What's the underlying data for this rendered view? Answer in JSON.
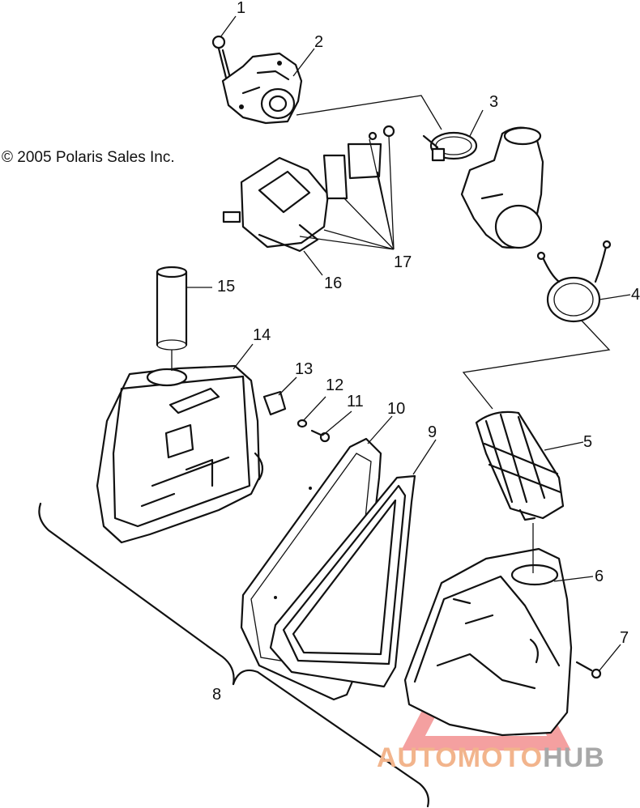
{
  "copyright": "© 2005 Polaris Sales Inc.",
  "callouts": [
    {
      "id": "1",
      "text": "1"
    },
    {
      "id": "2",
      "text": "2"
    },
    {
      "id": "3",
      "text": "3"
    },
    {
      "id": "4",
      "text": "4"
    },
    {
      "id": "5",
      "text": "5"
    },
    {
      "id": "6",
      "text": "6"
    },
    {
      "id": "7",
      "text": "7"
    },
    {
      "id": "8",
      "text": "8"
    },
    {
      "id": "9",
      "text": "9"
    },
    {
      "id": "10",
      "text": "10"
    },
    {
      "id": "11",
      "text": "11"
    },
    {
      "id": "12",
      "text": "12"
    },
    {
      "id": "13",
      "text": "13"
    },
    {
      "id": "14",
      "text": "14"
    },
    {
      "id": "15",
      "text": "15"
    },
    {
      "id": "16",
      "text": "16"
    },
    {
      "id": "17",
      "text": "17"
    }
  ],
  "watermark": {
    "part1": "AUTOMOTO",
    "part2": "HUB",
    "color1": "#f2b48c",
    "color2": "#a8a8a8",
    "logo_color": "#f08080"
  }
}
